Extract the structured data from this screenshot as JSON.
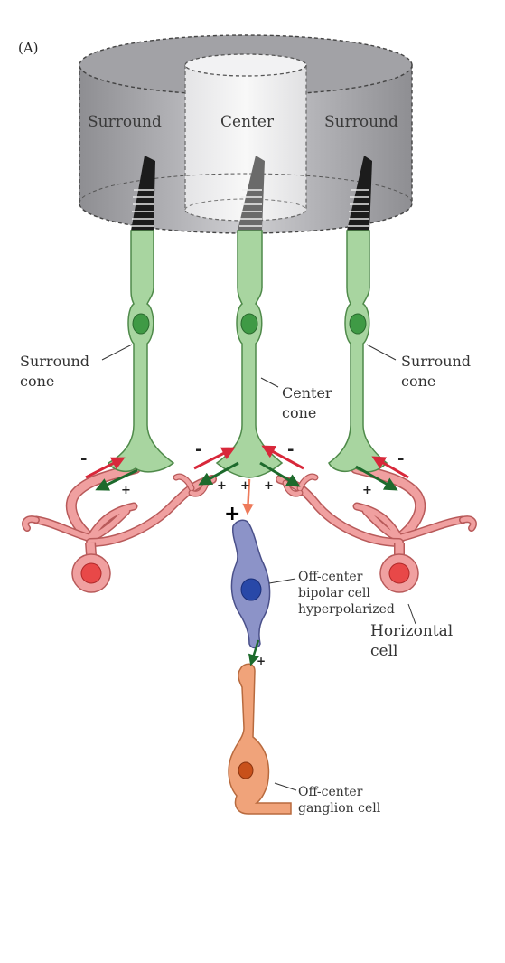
{
  "panel_label": "(A)",
  "receptive_field": {
    "surround_left": "Surround",
    "center": "Center",
    "surround_right": "Surround"
  },
  "cone_labels": {
    "surround_left": [
      "Surround",
      "cone"
    ],
    "center": [
      "Center",
      "cone"
    ],
    "surround_right": [
      "Surround",
      "cone"
    ]
  },
  "bipolar_label": [
    "Off-center",
    "bipolar cell",
    "hyperpolarized"
  ],
  "horizontal_label": [
    "Horizontal",
    "cell"
  ],
  "ganglion_label": [
    "Off-center",
    "ganglion cell"
  ],
  "signs": {
    "minus": "-",
    "plus": "+",
    "big_plus": "+"
  },
  "colors": {
    "cone": "#a8d5a0",
    "cone_outline": "#4f8a4a",
    "nucleus": "#3f9a45",
    "horizontal": "#f0a0a0",
    "horizontal_outline": "#b85a5a",
    "horizontal_nucleus": "#e84848",
    "bipolar": "#8c93c8",
    "bipolar_nucleus": "#2848a8",
    "ganglion": "#f0a37a",
    "ganglion_nucleus": "#c8501a",
    "red_arrow": "#d8283a",
    "green_arrow": "#1d6a2c",
    "salmon_arrow": "#ee7a5a"
  }
}
